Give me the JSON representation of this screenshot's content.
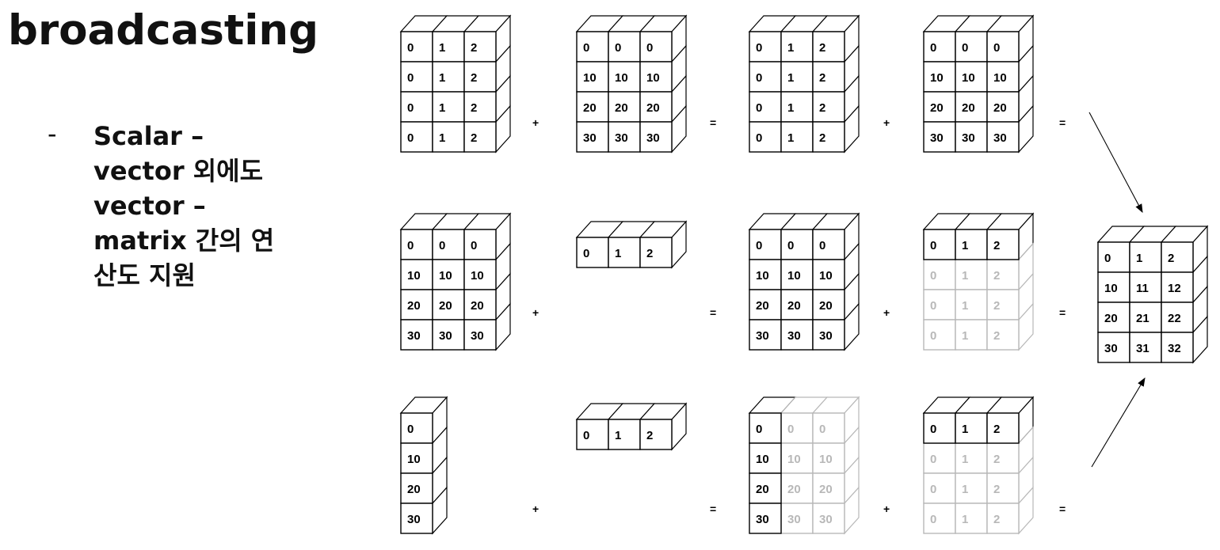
{
  "title": "broadcasting",
  "bullet": {
    "dash": "-",
    "lines": [
      "Scalar –",
      "vector 외에도",
      "vector –",
      "matrix 간의 연",
      "산도 지원"
    ]
  },
  "colors": {
    "ink": "#000000",
    "faded": "#b8b8b8",
    "background": "#ffffff"
  },
  "diagram": {
    "rows": [
      {
        "name": "row-1",
        "operators": [
          "+",
          "=",
          "+",
          "="
        ],
        "arrays": [
          {
            "name": "array-a",
            "cells": [
              [
                "0",
                "1",
                "2"
              ],
              [
                "0",
                "1",
                "2"
              ],
              [
                "0",
                "1",
                "2"
              ],
              [
                "0",
                "1",
                "2"
              ]
            ],
            "faded": []
          },
          {
            "name": "array-b",
            "cells": [
              [
                "0",
                "0",
                "0"
              ],
              [
                "10",
                "10",
                "10"
              ],
              [
                "20",
                "20",
                "20"
              ],
              [
                "30",
                "30",
                "30"
              ]
            ],
            "faded": []
          },
          {
            "name": "array-a-stretched",
            "cells": [
              [
                "0",
                "1",
                "2"
              ],
              [
                "0",
                "1",
                "2"
              ],
              [
                "0",
                "1",
                "2"
              ],
              [
                "0",
                "1",
                "2"
              ]
            ],
            "faded": []
          },
          {
            "name": "array-b-stretched",
            "cells": [
              [
                "0",
                "0",
                "0"
              ],
              [
                "10",
                "10",
                "10"
              ],
              [
                "20",
                "20",
                "20"
              ],
              [
                "30",
                "30",
                "30"
              ]
            ],
            "faded": []
          }
        ]
      },
      {
        "name": "row-2",
        "operators": [
          "+",
          "=",
          "+",
          "="
        ],
        "arrays": [
          {
            "name": "array-a",
            "cells": [
              [
                "0",
                "0",
                "0"
              ],
              [
                "10",
                "10",
                "10"
              ],
              [
                "20",
                "20",
                "20"
              ],
              [
                "30",
                "30",
                "30"
              ]
            ],
            "faded": []
          },
          {
            "name": "array-b",
            "cells": [
              [
                "0",
                "1",
                "2"
              ]
            ],
            "faded": []
          },
          {
            "name": "array-a-stretched",
            "cells": [
              [
                "0",
                "0",
                "0"
              ],
              [
                "10",
                "10",
                "10"
              ],
              [
                "20",
                "20",
                "20"
              ],
              [
                "30",
                "30",
                "30"
              ]
            ],
            "faded": []
          },
          {
            "name": "array-b-stretched",
            "cells": [
              [
                "0",
                "1",
                "2"
              ],
              [
                "0",
                "1",
                "2"
              ],
              [
                "0",
                "1",
                "2"
              ],
              [
                "0",
                "1",
                "2"
              ]
            ],
            "faded": [
              "1,0",
              "1,1",
              "1,2",
              "2,0",
              "2,1",
              "2,2",
              "3,0",
              "3,1",
              "3,2"
            ]
          }
        ]
      },
      {
        "name": "row-3",
        "operators": [
          "+",
          "=",
          "+",
          "="
        ],
        "arrays": [
          {
            "name": "array-a",
            "cells": [
              [
                "0"
              ],
              [
                "10"
              ],
              [
                "20"
              ],
              [
                "30"
              ]
            ],
            "faded": []
          },
          {
            "name": "array-b",
            "cells": [
              [
                "0",
                "1",
                "2"
              ]
            ],
            "faded": []
          },
          {
            "name": "array-a-stretched",
            "cells": [
              [
                "0",
                "0",
                "0"
              ],
              [
                "10",
                "10",
                "10"
              ],
              [
                "20",
                "20",
                "20"
              ],
              [
                "30",
                "30",
                "30"
              ]
            ],
            "faded": [
              "0,1",
              "0,2",
              "1,1",
              "1,2",
              "2,1",
              "2,2",
              "3,1",
              "3,2"
            ]
          },
          {
            "name": "array-b-stretched",
            "cells": [
              [
                "0",
                "1",
                "2"
              ],
              [
                "0",
                "1",
                "2"
              ],
              [
                "0",
                "1",
                "2"
              ],
              [
                "0",
                "1",
                "2"
              ]
            ],
            "faded": [
              "1,0",
              "1,1",
              "1,2",
              "2,0",
              "2,1",
              "2,2",
              "3,0",
              "3,1",
              "3,2"
            ]
          }
        ]
      }
    ],
    "result": {
      "name": "array-result",
      "cells": [
        [
          "0",
          "1",
          "2"
        ],
        [
          "10",
          "11",
          "12"
        ],
        [
          "20",
          "21",
          "22"
        ],
        [
          "30",
          "31",
          "32"
        ]
      ],
      "faded": []
    }
  }
}
